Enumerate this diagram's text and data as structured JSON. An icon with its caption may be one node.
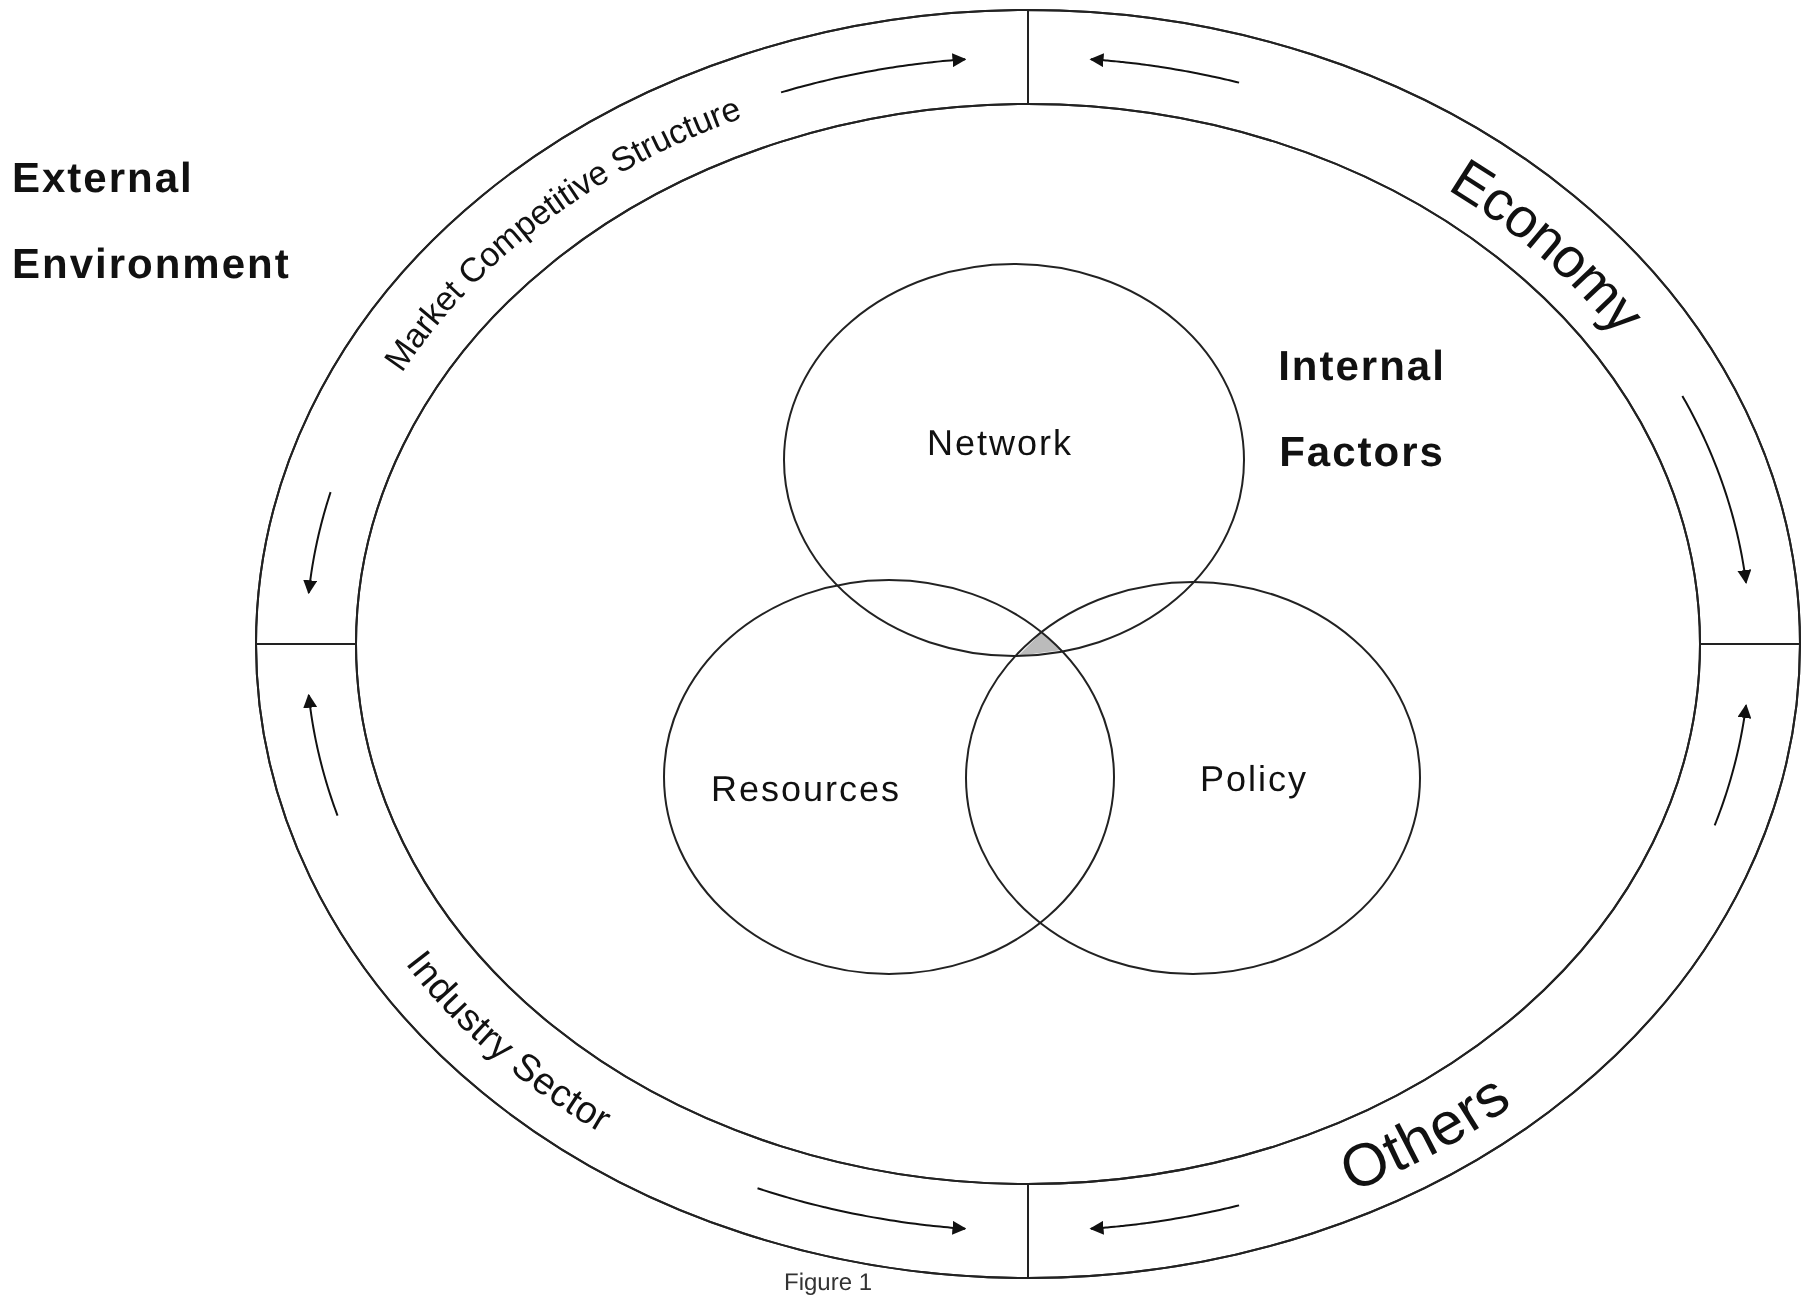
{
  "diagram": {
    "caption": "Figure 1",
    "nodes": [
      {
        "text": [
          "External Environment"
        ]
      },
      {
        "text": [
          "Market Competitive Structure"
        ],
        "in": 0
      },
      {
        "text": [
          "Economy"
        ],
        "in": 0
      },
      {
        "text": [
          "Others"
        ],
        "in": 0
      },
      {
        "text": [
          "Industry Sector"
        ],
        "in": 0
      },
      {
        "text": [
          "Internal Factors"
        ],
        "in": 0
      },
      {
        "text": [
          "Network"
        ],
        "in": 5
      },
      {
        "text": [
          "Resources"
        ],
        "in": 5
      },
      {
        "text": [
          "Policy"
        ],
        "in": 5
      }
    ]
  }
}
